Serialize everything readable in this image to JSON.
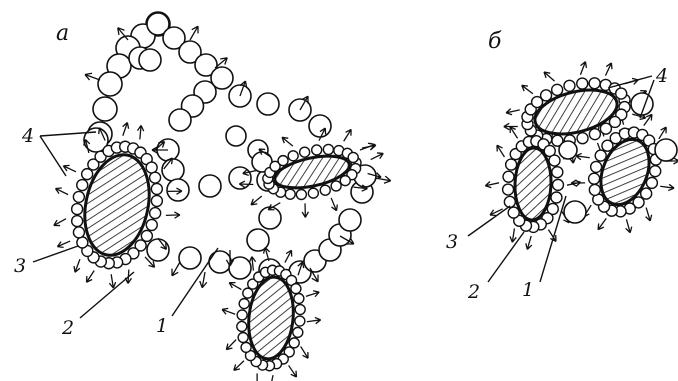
{
  "panels": {
    "a": {
      "letter": "а",
      "labels": {
        "l1": "1",
        "l2": "2",
        "l3": "3",
        "l4": "4"
      }
    },
    "b": {
      "letter": "б",
      "labels": {
        "l1": "1",
        "l2": "2",
        "l3": "3",
        "l4": "4"
      }
    }
  },
  "colors": {
    "ink": "#111111",
    "paper": "#ffffff"
  }
}
